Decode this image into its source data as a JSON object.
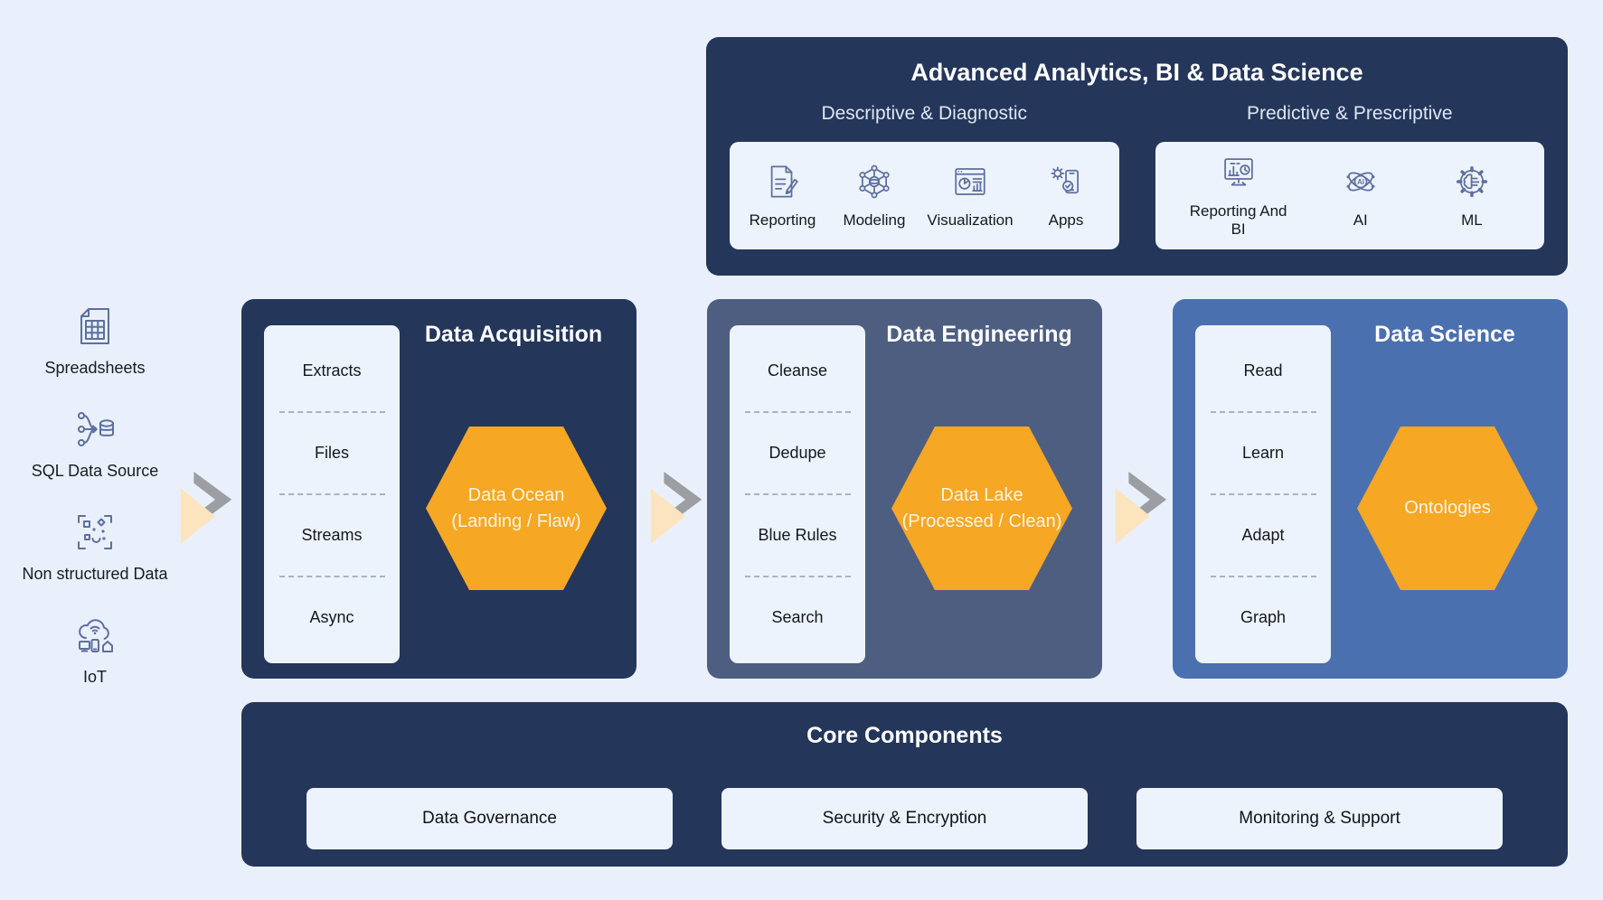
{
  "palette": {
    "background": "#e9f0fc",
    "panel_dark_navy": "#24365a",
    "panel_slate": "#4e5e81",
    "panel_blue": "#4b70af",
    "card_light": "#edf3fc",
    "hexagon_orange": "#f6a723",
    "arrow_peach": "#fce4bf",
    "arrow_gray": "#9b9ea3",
    "icon_stroke": "#5d6f9e",
    "text_dark": "#15181e",
    "text_white": "#ffffff"
  },
  "analytics": {
    "title": "Advanced Analytics, BI & Data Science",
    "groups": [
      {
        "title": "Descriptive & Diagnostic",
        "items": [
          {
            "label": "Reporting",
            "icon": "reporting-icon"
          },
          {
            "label": "Modeling",
            "icon": "modeling-icon"
          },
          {
            "label": "Visualization",
            "icon": "visualization-icon"
          },
          {
            "label": "Apps",
            "icon": "apps-icon"
          }
        ]
      },
      {
        "title": "Predictive & Prescriptive",
        "items": [
          {
            "label": "Reporting And BI",
            "icon": "reporting-and-bi-icon"
          },
          {
            "label": "AI",
            "icon": "ai-icon"
          },
          {
            "label": "ML",
            "icon": "ml-icon"
          }
        ]
      }
    ]
  },
  "sources": [
    {
      "label": "Spreadsheets",
      "icon": "spreadsheet-icon"
    },
    {
      "label": "SQL Data Source",
      "icon": "sql-data-source-icon"
    },
    {
      "label": "Non structured Data",
      "icon": "unstructured-data-icon"
    },
    {
      "label": "IoT",
      "icon": "iot-icon"
    }
  ],
  "pipeline": [
    {
      "title": "Data Acquisition",
      "steps": [
        "Extracts",
        "Files",
        "Streams",
        "Async"
      ],
      "hexagon": {
        "line1": "Data Ocean",
        "line2": "(Landing / Flaw)"
      }
    },
    {
      "title": "Data Engineering",
      "steps": [
        "Cleanse",
        "Dedupe",
        "Blue Rules",
        "Search"
      ],
      "hexagon": {
        "line1": "Data Lake",
        "line2": "(Processed / Clean)"
      }
    },
    {
      "title": "Data Science",
      "steps": [
        "Read",
        "Learn",
        "Adapt",
        "Graph"
      ],
      "hexagon": {
        "line1": "Ontologies",
        "line2": ""
      }
    }
  ],
  "core": {
    "title": "Core Components",
    "items": [
      "Data Governance",
      "Security & Encryption",
      "Monitoring & Support"
    ]
  }
}
